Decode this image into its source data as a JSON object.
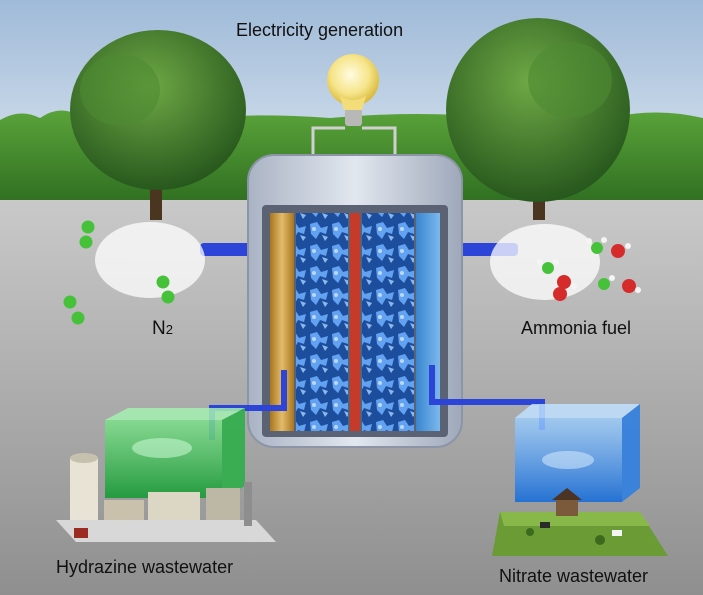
{
  "labels": {
    "electricity": "Electricity generation",
    "n2_main": "N",
    "n2_sub": "2",
    "ammonia": "Ammonia fuel",
    "hydrazine": "Hydrazine wastewater",
    "nitrate": "Nitrate wastewater"
  },
  "colors": {
    "sky": "#b9cfe6",
    "grass": "#3f8a2a",
    "ground": "#a9a9a9",
    "cell_body": "#c7cfdc",
    "anode_plate": "#c89a42",
    "cathode_plate": "#3d8ed8",
    "membrane": "#c63a2a",
    "electrode_foam": "#2f6cc2",
    "hydrazine_tank": "#3fbf5a",
    "nitrate_tank": "#3f93e6",
    "pipe": "#2a3fd0",
    "nitrogen_atom": "#46c23a",
    "oxygen_atom": "#d52b2b",
    "hydrogen_atom": "#f2f2f2"
  },
  "icons": {
    "bulb": "light-bulb-icon",
    "tree": "tree-icon",
    "factory": "factory-icon",
    "farm": "farm-icon"
  }
}
